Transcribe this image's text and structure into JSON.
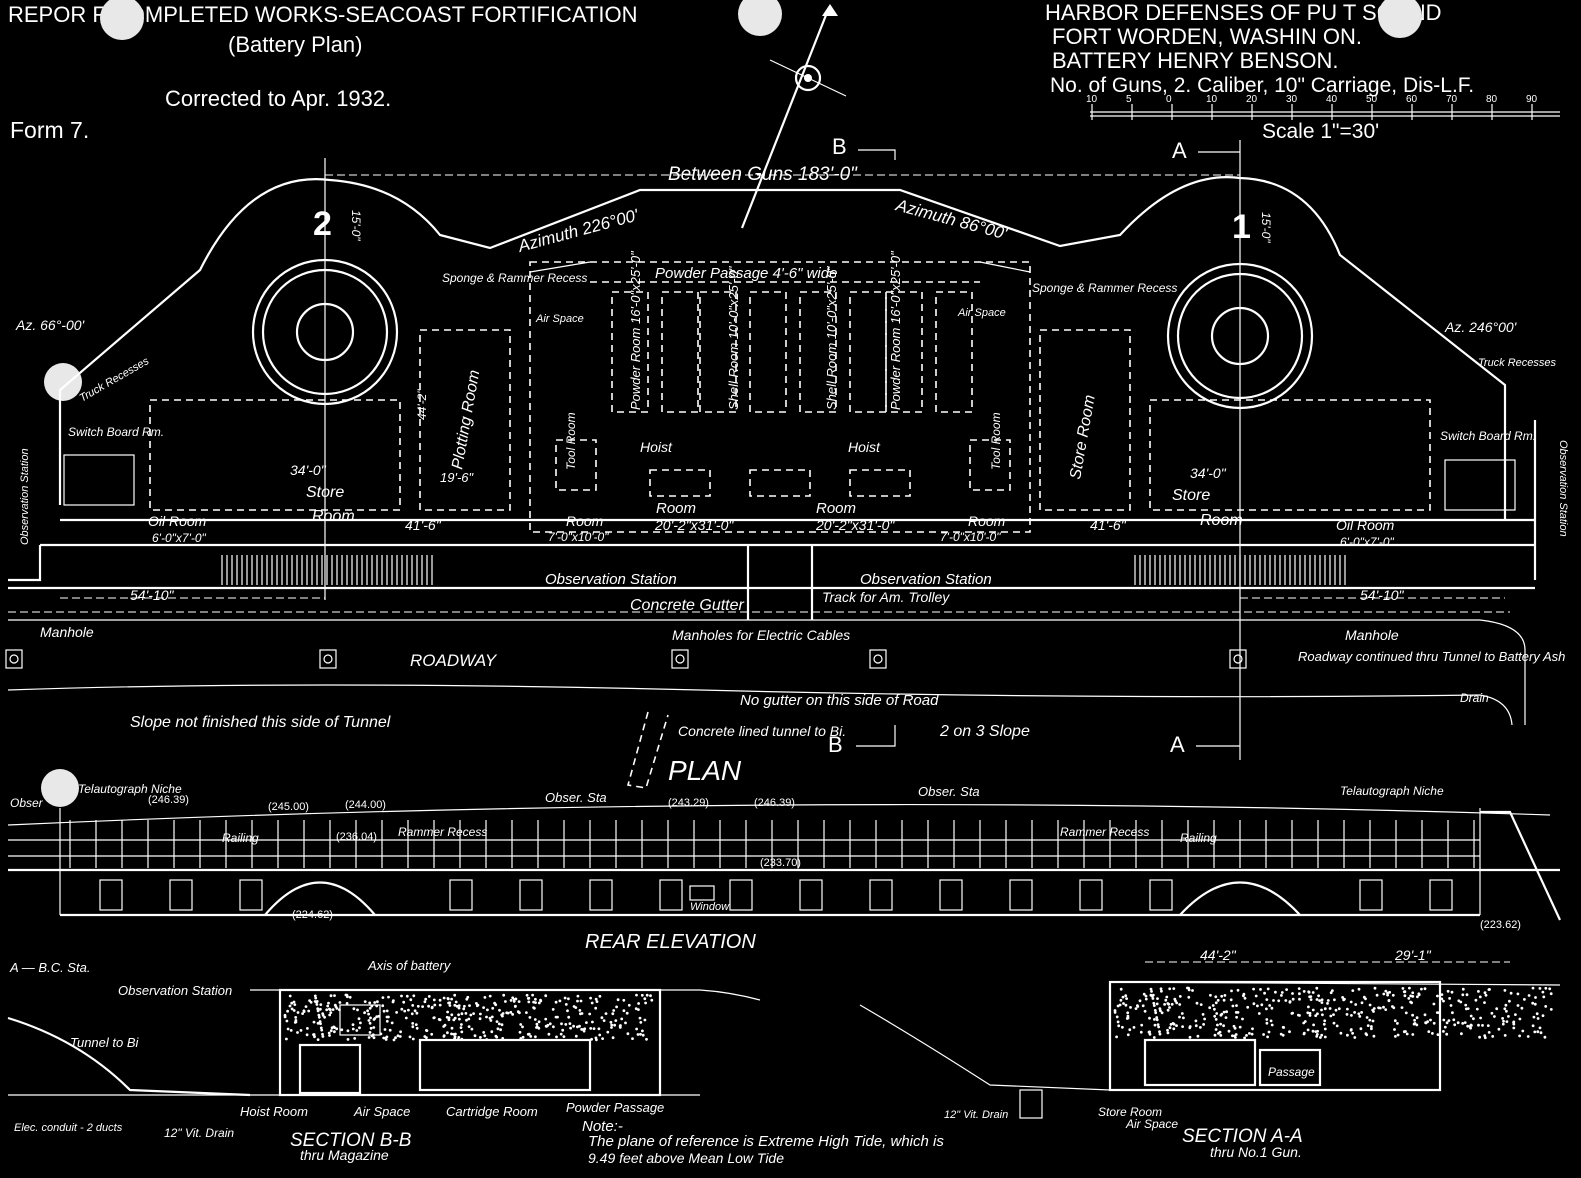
{
  "header": {
    "report_title": "REPOR  F COMPLETED WORKS-SEACOAST FORTIFICATION",
    "subtitle": "(Battery Plan)",
    "corrected": "Corrected to Apr. 1932.",
    "form": "Form 7.",
    "harbor": "HARBOR DEFENSES OF PU   T SOUND",
    "fort": "FORT WORDEN, WASHIN    ON.",
    "battery": "BATTERY HENRY BENSON.",
    "guns": "No. of Guns, 2. Caliber, 10\" Carriage, Dis-L.F.",
    "scale_label": "Scale 1\"=30'",
    "scale_ticks": [
      "10",
      "5",
      "0",
      "10",
      "20",
      "30",
      "40",
      "50",
      "60",
      "70",
      "80",
      "90"
    ]
  },
  "plan": {
    "between_guns": "Between Guns 183'-0\"",
    "azimuth_left": "Azimuth 226°00'",
    "azimuth_right": "Azimuth 86°00'",
    "az_left": "Az. 66°-00'",
    "az_right": "Az. 246°00'",
    "gun_2": "2",
    "gun_1": "1",
    "section_b": "B",
    "section_a": "A",
    "powder_passage": "Powder Passage 4'-6\" wide",
    "sponge_left": "Sponge & Rammer Recess",
    "sponge_right": "Sponge & Rammer Recess",
    "air_space": "Air Space",
    "powder_room": "Powder Room 16'-0\"x25'-0\"",
    "shell_room": "Shell Room 10'-0\"x25'-0\"",
    "hoist": "Hoist",
    "plotting_room": "Plotting Room",
    "store_room": "Store Room",
    "store": "Store",
    "room": "Room",
    "oil_room": "Oil Room",
    "oil_room_dim": "6'-0\"x7'-0\"",
    "switchboard": "Switch Board Rm.",
    "truck_recesses": "Truck Recesses",
    "truck_recesses_right": "Truck Recesses",
    "tool_room": "Tool Room",
    "room_mid_dim": "20'-2\"x31'-0\"",
    "room_small_dim": "7'-0\"x10'-0\"",
    "dim_34": "34'-0\"",
    "dim_19": "19'-6\"",
    "dim_41": "41'-6\"",
    "dim_54": "54'-10\"",
    "dim_44": "44'-2\"",
    "dim_15": "15'-0\"",
    "obs_station": "Observation Station",
    "obs_station_left": "Observation Station",
    "concrete_gutter": "Concrete Gutter",
    "track": "Track for Am. Trolley",
    "manholes_cables": "Manholes for Electric Cables",
    "manhole": "Manhole",
    "roadway": "ROADWAY",
    "roadway_cont": "Roadway continued thru Tunnel to Battery Ash",
    "drain": "Drain",
    "no_gutter": "No gutter on this side of Road",
    "slope_not_finished": "Slope not finished this side of Tunnel",
    "tunnel": "Concrete lined tunnel to Bi.",
    "slope_ratio": "2 on 3 Slope",
    "plan_title": "PLAN"
  },
  "elevation": {
    "title": "REAR ELEVATION",
    "telautograph_left": "Telautograph Niche",
    "telautograph_right": "Telautograph Niche",
    "obser": "Obser",
    "obser_sta": "Obser. Sta",
    "railing": "Railing",
    "rammer_recess": "Rammer Recess",
    "window": "Window",
    "elevations": [
      "(246.39)",
      "(245.00)",
      "(244.00)",
      "(236.04)",
      "(243.29)",
      "(246.39)",
      "(233.70)",
      "(224.62)",
      "(223.62)"
    ]
  },
  "sections": {
    "a_bc": "A — B.C. Sta.",
    "obs_station": "Observation Station",
    "axis": "Axis of battery",
    "tunnel_bi": "Tunnel to Bi",
    "hoist_room": "Hoist Room",
    "air_space": "Air Space",
    "cartridge_room": "Cartridge Room",
    "powder_passage": "Powder Passage",
    "vit_drain": "12\" Vit. Drain",
    "elec_conduit": "Elec. conduit - 2 ducts",
    "section_bb": "SECTION B-B",
    "section_bb_sub": "thru Magazine",
    "section_aa": "SECTION A-A",
    "section_aa_sub": "thru No.1 Gun.",
    "store_room": "Store Room",
    "passage": "Passage",
    "dim_44": "44'-2\"",
    "dim_29": "29'-1\"",
    "note_label": "Note:-",
    "note_1": "The plane of reference is Extreme High Tide, which is",
    "note_2": "9.49 feet above Mean Low Tide"
  },
  "colors": {
    "background": "#000000",
    "ink": "#ffffff"
  }
}
